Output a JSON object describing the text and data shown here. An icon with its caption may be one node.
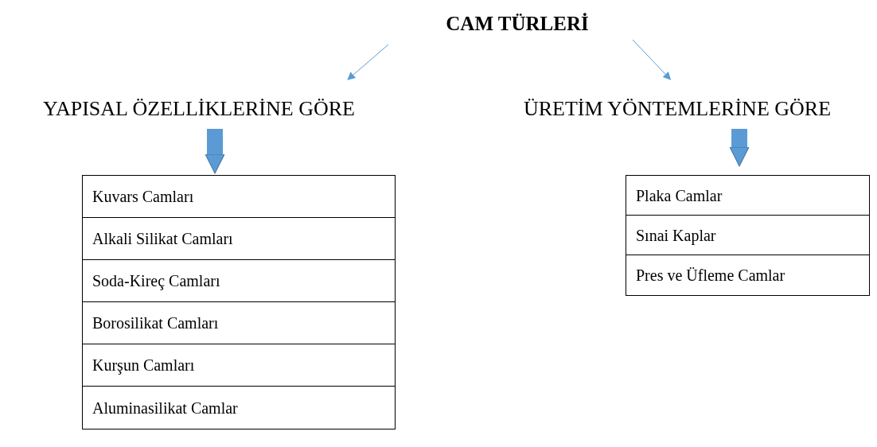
{
  "diagram": {
    "nodes": [
      {
        "text": [
          "CAM TÜRLERİ"
        ]
      },
      {
        "text": [
          "YAPISAL ÖZELLİKLERİNE GÖRE"
        ]
      },
      {
        "text": [
          "ÜRETİM YÖNTEMLERİNE GÖRE"
        ]
      },
      {
        "text": [],
        "shape": "box"
      },
      {
        "text": [
          "Kuvars Camları"
        ],
        "in": 3
      },
      {
        "text": [
          "Alkali Silikat Camları"
        ],
        "in": 3
      },
      {
        "text": [
          "Soda-Kireç Camları"
        ],
        "in": 3
      },
      {
        "text": [
          "Borosilikat Camları"
        ],
        "in": 3
      },
      {
        "text": [
          "Kurşun Camları"
        ],
        "in": 3
      },
      {
        "text": [
          "Aluminasilikat Camlar"
        ],
        "in": 3
      },
      {
        "text": [],
        "shape": "box"
      },
      {
        "text": [
          "Plaka Camlar"
        ],
        "in": 10
      },
      {
        "text": [
          "Sınai Kaplar"
        ],
        "in": 10
      },
      {
        "text": [
          "Pres ve Üfleme Camlar"
        ],
        "in": 10
      }
    ],
    "edges": [
      {
        "from": 0,
        "to": 1,
        "arrow": "to"
      },
      {
        "from": 0,
        "to": 2,
        "arrow": "to"
      },
      {
        "from": 1,
        "to": 3,
        "arrow": "to",
        "style": "thick"
      },
      {
        "from": 2,
        "to": 10,
        "arrow": "to",
        "style": "thick"
      }
    ]
  }
}
